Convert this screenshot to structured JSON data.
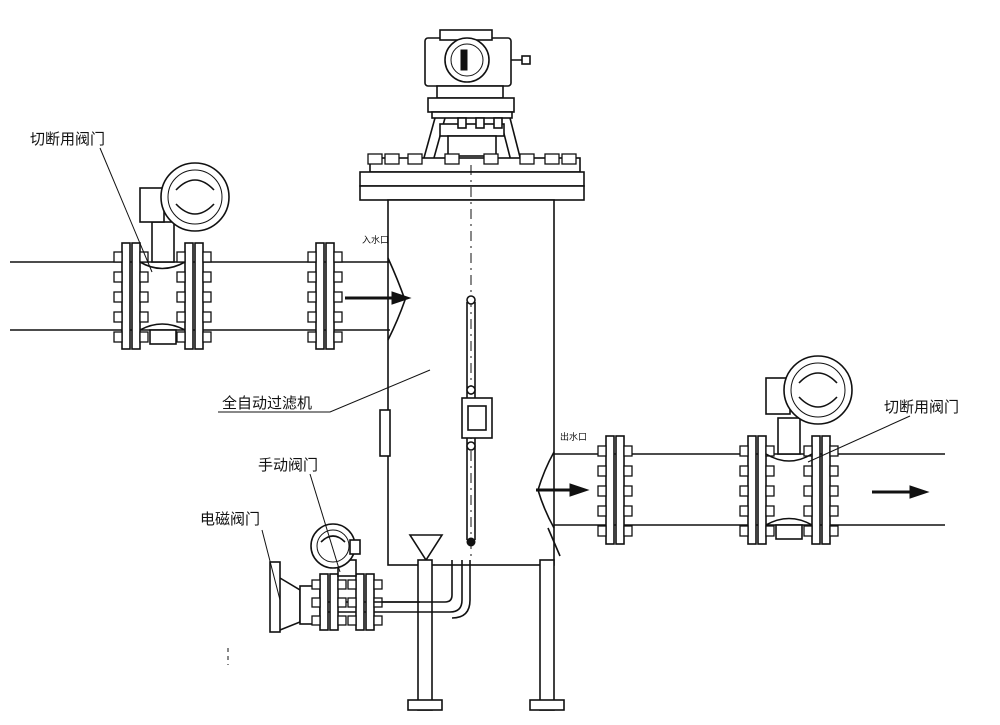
{
  "labels": {
    "shutoff_valve_left": "切断用阀门",
    "shutoff_valve_right": "切断用阀门",
    "auto_filter": "全自动过滤机",
    "manual_valve": "手动阀门",
    "solenoid_valve": "电磁阀门",
    "inlet": "入水口",
    "outlet": "出水口"
  }
}
